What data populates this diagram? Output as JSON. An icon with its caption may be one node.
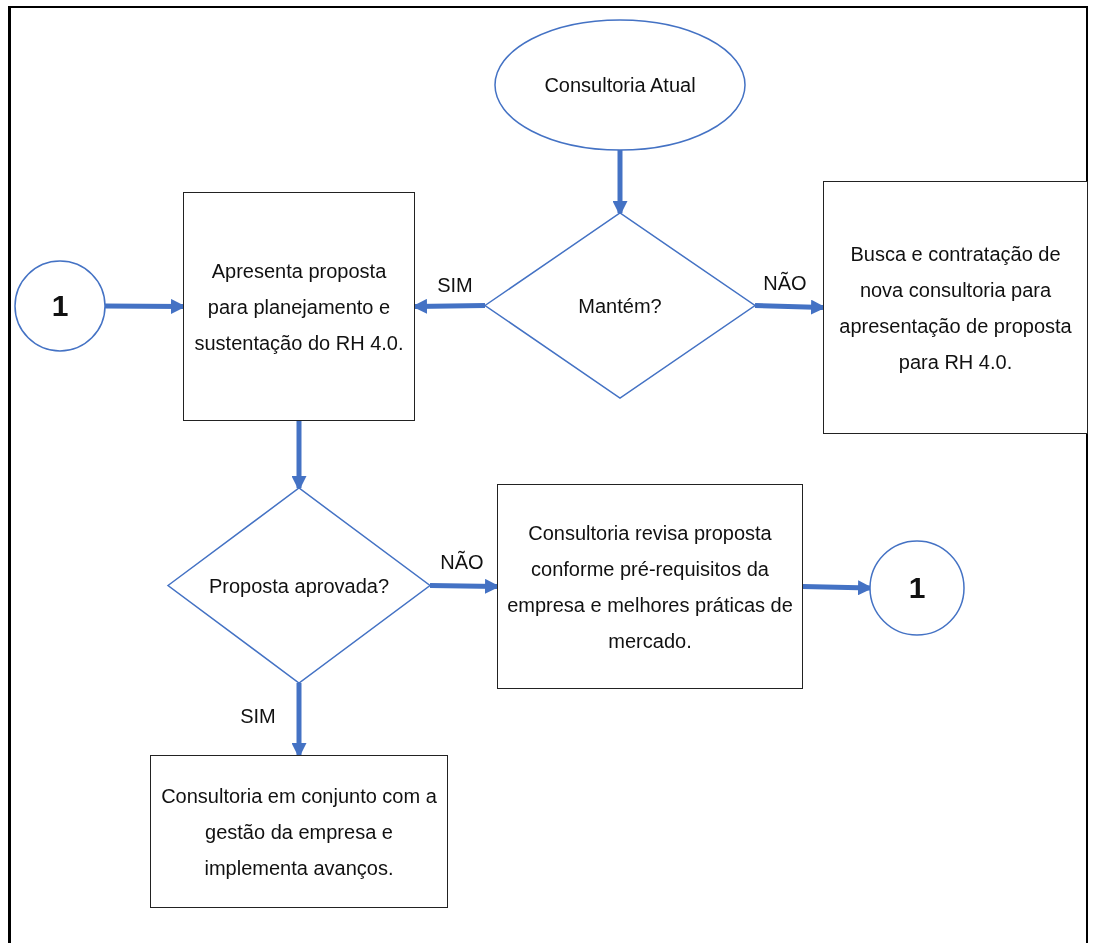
{
  "diagram": {
    "nodes": [
      {
        "text": [
          "Consultoria Atual"
        ]
      },
      {
        "text": [
          "Mantém?"
        ]
      },
      {
        "text": [
          "Apresenta proposta para planejamento e sustentação do RH 4.0."
        ]
      },
      {
        "text": [
          "1"
        ]
      },
      {
        "text": [
          "Busca e contratação de nova consultoria para apresentação de proposta para RH 4.0."
        ]
      },
      {
        "text": [
          "Proposta aprovada?"
        ]
      },
      {
        "text": [
          "Consultoria revisa proposta conforme pré-requisitos da empresa e melhores práticas de mercado."
        ]
      },
      {
        "text": [
          "1"
        ]
      },
      {
        "text": [
          "Consultoria em conjunto com a gestão da empresa e implementa avanços."
        ]
      }
    ],
    "edges": [
      {
        "from": 0,
        "to": 1,
        "arrow": "to"
      },
      {
        "from": 1,
        "to": 2,
        "arrow": "to",
        "label": "SIM"
      },
      {
        "from": 1,
        "to": 4,
        "arrow": "to",
        "label": "NÃO"
      },
      {
        "from": 3,
        "to": 2,
        "arrow": "to"
      },
      {
        "from": 2,
        "to": 5,
        "arrow": "to"
      },
      {
        "from": 5,
        "to": 6,
        "arrow": "to",
        "label": "NÃO"
      },
      {
        "from": 6,
        "to": 7,
        "arrow": "to"
      },
      {
        "from": 5,
        "to": 8,
        "arrow": "to",
        "label": "SIM"
      }
    ]
  }
}
